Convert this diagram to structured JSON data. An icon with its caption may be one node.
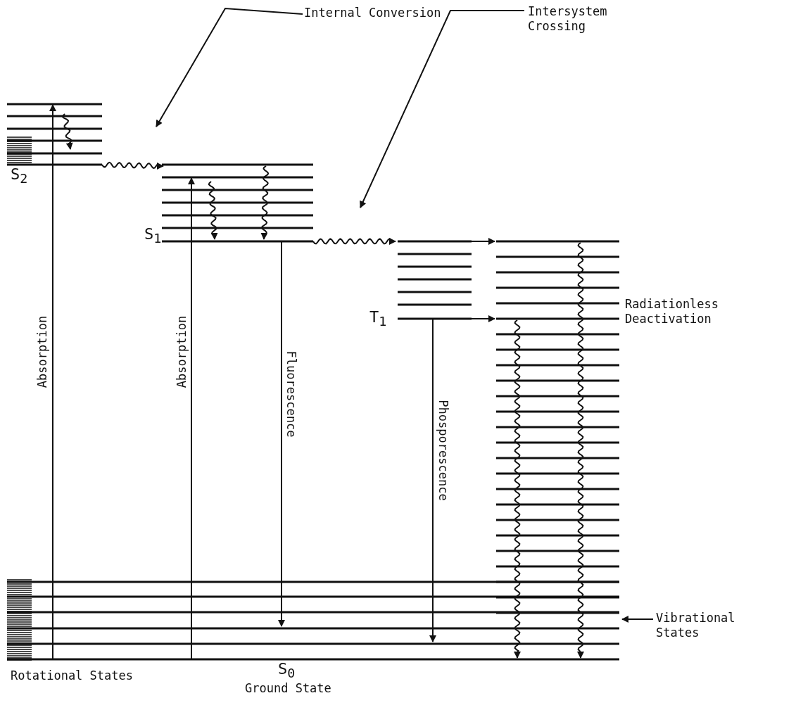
{
  "diagram": {
    "nodes": [
      {
        "text": [
          "S$_{2}$"
        ]
      },
      {
        "text": [
          "S$_{1}$"
        ]
      },
      {
        "text": [
          "T$_{1}$"
        ]
      },
      {
        "text": [
          "S$_{0}$",
          "Ground State"
        ]
      },
      {
        "text": [
          "Radiationless Deactivation"
        ]
      },
      {
        "text": [
          "Internal Conversion"
        ]
      },
      {
        "text": [
          "Intersystem Crossing"
        ]
      },
      {
        "text": [
          "Vibrational States"
        ]
      }
    ],
    "edges": [
      {
        "from": 3,
        "to": 0,
        "arrow": "to",
        "label": "Absorption"
      },
      {
        "from": 3,
        "to": 1,
        "arrow": "to",
        "label": "Absorption"
      },
      {
        "from": 1,
        "to": 3,
        "arrow": "to",
        "label": "Fluorescence"
      },
      {
        "from": 2,
        "to": 3,
        "arrow": "to",
        "label": "Phosporescence"
      },
      {
        "from": 0,
        "to": 1,
        "arrow": "to"
      },
      {
        "from": 1,
        "to": 2,
        "arrow": "to"
      },
      {
        "from": 2,
        "to": 4,
        "arrow": "to"
      },
      {
        "from": 2,
        "to": 4,
        "arrow": "to"
      },
      {
        "from": 0,
        "to": 0,
        "arrow": "to"
      },
      {
        "from": 1,
        "to": 1,
        "arrow": "to"
      },
      {
        "from": 1,
        "to": 1,
        "arrow": "to"
      },
      {
        "from": 4,
        "to": 3,
        "arrow": "to"
      },
      {
        "from": 4,
        "to": 3,
        "arrow": "to"
      },
      {
        "from": 5,
        "to": null,
        "arrow": "to"
      },
      {
        "from": 6,
        "to": null,
        "arrow": "to"
      },
      {
        "from": 7,
        "to": 3,
        "arrow": "to"
      }
    ],
    "labels": [
      "Rotational States"
    ]
  }
}
